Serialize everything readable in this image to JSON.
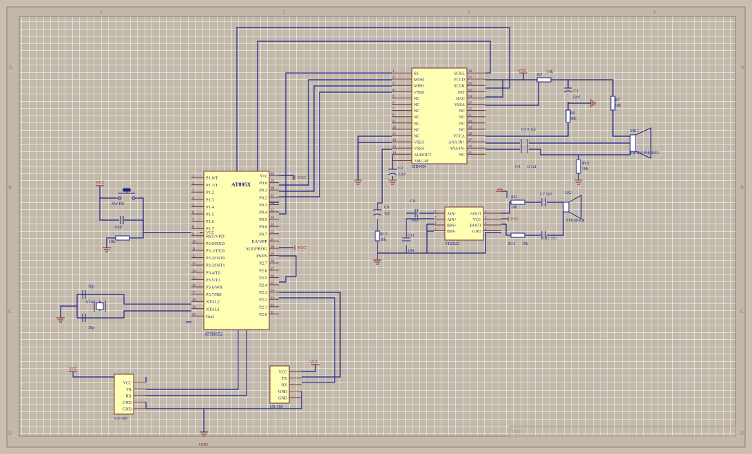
{
  "frame": {
    "col_labels": [
      "1",
      "2",
      "3",
      "4"
    ],
    "row_labels": [
      "A",
      "B",
      "C",
      "D"
    ],
    "title_label": "Title"
  },
  "mcu": {
    "name": "AT895X",
    "ref": "AT89S52",
    "left_pins": [
      {
        "num": "1",
        "label": "P1.0/T"
      },
      {
        "num": "2",
        "label": "P1.1/T"
      },
      {
        "num": "3",
        "label": "P1.2"
      },
      {
        "num": "4",
        "label": "P1.3"
      },
      {
        "num": "5",
        "label": "P1.4"
      },
      {
        "num": "6",
        "label": "P1.5"
      },
      {
        "num": "7",
        "label": "P1.6"
      },
      {
        "num": "8",
        "label": "P1.7"
      },
      {
        "num": "9",
        "label": "RST/VPD"
      },
      {
        "num": "10",
        "label": "P3.0/RXD"
      },
      {
        "num": "11",
        "label": "P3.1/TXD"
      },
      {
        "num": "12",
        "label": "P3.2/INT0"
      },
      {
        "num": "13",
        "label": "P3.3/INT1"
      },
      {
        "num": "14",
        "label": "P3.4/T0"
      },
      {
        "num": "15",
        "label": "P3.5/T1"
      },
      {
        "num": "16",
        "label": "P3.6/WR"
      },
      {
        "num": "17",
        "label": "P3.7/RD"
      },
      {
        "num": "18",
        "label": "XTAL2"
      },
      {
        "num": "19",
        "label": "XTAL1"
      },
      {
        "num": "20",
        "label": "Gnd"
      }
    ],
    "right_pins": [
      {
        "num": "40",
        "label": "Vcc"
      },
      {
        "num": "39",
        "label": "P0.0"
      },
      {
        "num": "38",
        "label": "P0.1"
      },
      {
        "num": "37",
        "label": "P0.2"
      },
      {
        "num": "36",
        "label": "P0.3"
      },
      {
        "num": "35",
        "label": "P0.4"
      },
      {
        "num": "34",
        "label": "P0.5"
      },
      {
        "num": "33",
        "label": "P0.6"
      },
      {
        "num": "32",
        "label": "P0.7"
      },
      {
        "num": "31",
        "label": "EA/VPP"
      },
      {
        "num": "30",
        "label": "ALE/PROG"
      },
      {
        "num": "29",
        "label": "PSEN"
      },
      {
        "num": "28",
        "label": "P2.7"
      },
      {
        "num": "27",
        "label": "P2.6"
      },
      {
        "num": "26",
        "label": "P2.5"
      },
      {
        "num": "25",
        "label": "P2.4"
      },
      {
        "num": "24",
        "label": "P2.3"
      },
      {
        "num": "23",
        "label": "P2.2"
      },
      {
        "num": "22",
        "label": "P2.1"
      },
      {
        "num": "21",
        "label": "P2.0"
      }
    ]
  },
  "isd": {
    "ref": "ISD4004",
    "left_pins": [
      {
        "num": "1",
        "label": "SS"
      },
      {
        "num": "2",
        "label": "MOSI"
      },
      {
        "num": "3",
        "label": "MISO"
      },
      {
        "num": "4",
        "label": "VSSD"
      },
      {
        "num": "5",
        "label": "NC"
      },
      {
        "num": "6",
        "label": "NC"
      },
      {
        "num": "7",
        "label": "NC"
      },
      {
        "num": "8",
        "label": "NC"
      },
      {
        "num": "9",
        "label": "NC"
      },
      {
        "num": "10",
        "label": "NC"
      },
      {
        "num": "11",
        "label": "NC"
      },
      {
        "num": "12",
        "label": "VSSA"
      },
      {
        "num": "13",
        "label": "VSSA"
      },
      {
        "num": "14",
        "label": "AUDOUT"
      },
      {
        "num": "",
        "label": "AMCAP"
      }
    ],
    "right_pins": [
      {
        "num": "28",
        "label": "SCKL"
      },
      {
        "num": "27",
        "label": "VCCD"
      },
      {
        "num": "26",
        "label": "XCLK"
      },
      {
        "num": "25",
        "label": "INT"
      },
      {
        "num": "24",
        "label": "RAC"
      },
      {
        "num": "23",
        "label": "VSSA"
      },
      {
        "num": "22",
        "label": "NC"
      },
      {
        "num": "21",
        "label": "NC"
      },
      {
        "num": "20",
        "label": "NC"
      },
      {
        "num": "19",
        "label": "NC"
      },
      {
        "num": "18",
        "label": "VCCA"
      },
      {
        "num": "17",
        "label": "ANA IN+"
      },
      {
        "num": "16",
        "label": "ANA IN-"
      },
      {
        "num": "15",
        "label": "NC"
      }
    ]
  },
  "amp": {
    "ref": "YD2822",
    "left_pins": [
      {
        "num": "8",
        "label": "AIN-"
      },
      {
        "num": "7",
        "label": "AIN+"
      },
      {
        "num": "6",
        "label": "BIN+"
      },
      {
        "num": "5",
        "label": "BIN-"
      }
    ],
    "right_labels": [
      "AOUT",
      "VCC",
      "BOUT",
      "GND"
    ],
    "right_nums": [
      "1",
      "2",
      "3",
      "4"
    ]
  },
  "us1": {
    "ref": "US-100",
    "pins": [
      "VCC",
      "TX",
      "RX",
      "GND",
      "GND"
    ]
  },
  "us2": {
    "ref": "US-100",
    "pins": [
      "VCC",
      "TX",
      "RX",
      "GND",
      "GND"
    ]
  },
  "labels": {
    "vcc": "VCC",
    "gnd": "GND",
    "sw": "SW-PB",
    "c_rst": "10uf",
    "r_rst": "10k",
    "xtal": "XTAL",
    "c_x1": "30p",
    "c_x2": "30p",
    "r5": "R5",
    "r5_val": "10k",
    "c1": "C1",
    "c1_val": "22uf",
    "r6": "R6",
    "r6_val": "10k",
    "r7": "R7",
    "r7_val": "10k",
    "c3": "C3 0.1uf",
    "c4": "C4",
    "c4_val": "0.1uf",
    "mk1": "MK1",
    "mic": "MICROPHONE1",
    "r10": "R10",
    "r10_val": "10k",
    "c2": "C2",
    "c2_val": "22uf",
    "c9": "C9",
    "c9_val": "1uf",
    "c8": "C8",
    "c8_val": "10uf",
    "r12": "R12",
    "r12_val": "10k",
    "c11": "C11",
    "c11_val": "104",
    "r11": "R11",
    "r11_val": "10k",
    "c7": "C7 103",
    "ls2": "LS2",
    "speaker": "SPEAKER",
    "r13": "R13",
    "r13_val": "10k",
    "c12": "C12 103"
  }
}
